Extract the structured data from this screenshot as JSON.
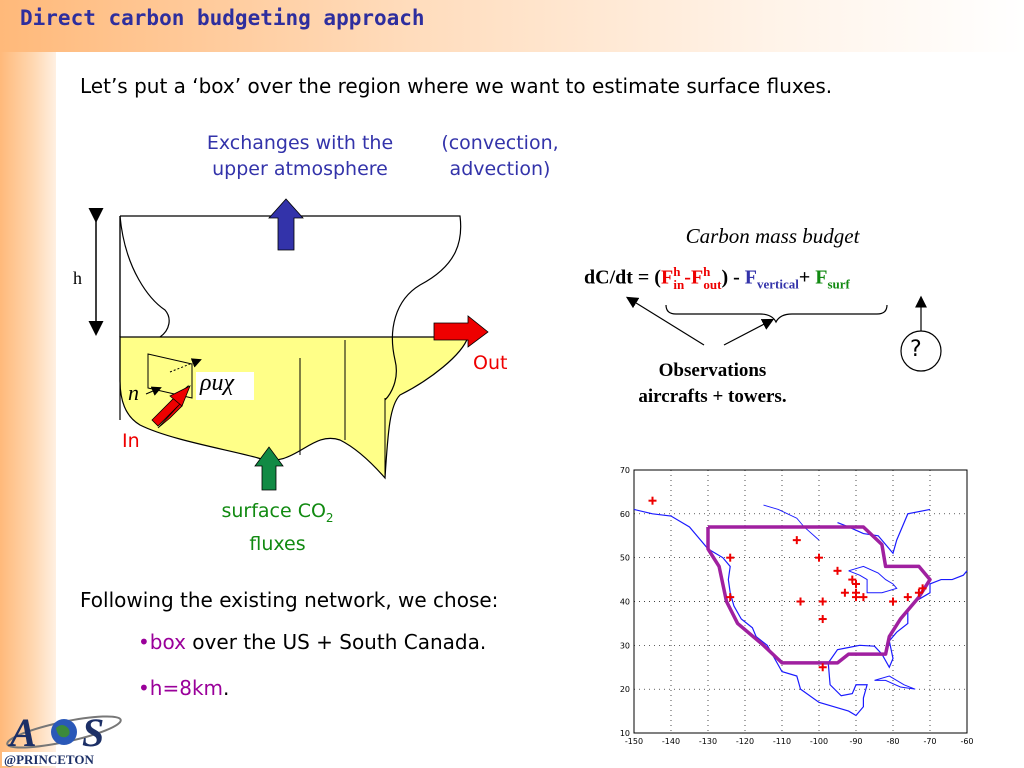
{
  "title": "Direct carbon budgeting approach",
  "intro": "Let’s put a ‘box’ over the region where we want to estimate surface fluxes.",
  "diagram": {
    "exchanges_line1": "Exchanges with the",
    "exchanges_line2": "upper atmosphere",
    "convection_line1": "(convection,",
    "convection_line2": "advection)",
    "h_label": "h",
    "out_label": "Out",
    "in_label": "In",
    "surface_line1": "surface CO",
    "surface_sub": "2",
    "surface_line2": "fluxes",
    "n_label": "n",
    "flux_label": "ρuχ"
  },
  "budget": {
    "heading": "Carbon mass budget",
    "lhs": "dC/dt = (",
    "f1": "F",
    "f1_sup": "h",
    "f1_sub": "in",
    "minus": "-",
    "f2": "F",
    "f2_sup": "h",
    "f2_sub": "out",
    "close": ") - ",
    "f3": "F",
    "f3_sub": "vertical",
    "plus": "+ ",
    "f4": "F",
    "f4_sub": "surf",
    "question": "?",
    "obs_line1": "Observations",
    "obs_line2": "aircrafts + towers."
  },
  "network": {
    "intro": "Following the existing network, we chose:",
    "b1_word": "box",
    "b1_rest": " over the US + South Canada.",
    "b2_word": "h=8km",
    "b2_rest": "."
  },
  "map": {
    "x_ticks": [
      "-150",
      "-140",
      "-130",
      "-120",
      "-110",
      "-100",
      "-90",
      "-80",
      "-70",
      "-60"
    ],
    "y_ticks": [
      "70",
      "60",
      "50",
      "40",
      "30",
      "20",
      "10"
    ],
    "stations": [
      [
        -145,
        63
      ],
      [
        -124,
        50
      ],
      [
        -124,
        41
      ],
      [
        -106,
        54
      ],
      [
        -100,
        50
      ],
      [
        -95,
        47
      ],
      [
        -90,
        44
      ],
      [
        -91,
        45
      ],
      [
        -93,
        42
      ],
      [
        -90,
        42
      ],
      [
        -88,
        41
      ],
      [
        -105,
        40
      ],
      [
        -99,
        40
      ],
      [
        -99,
        36
      ],
      [
        -90,
        41
      ],
      [
        -80,
        40
      ],
      [
        -76,
        41
      ],
      [
        -73,
        42
      ],
      [
        -72,
        43
      ],
      [
        -99,
        25
      ]
    ],
    "colors": {
      "box": "#a020a0",
      "station": "#ee0000",
      "coast": "#1a1aff"
    }
  },
  "logo": {
    "text": "@PRINCETON"
  }
}
